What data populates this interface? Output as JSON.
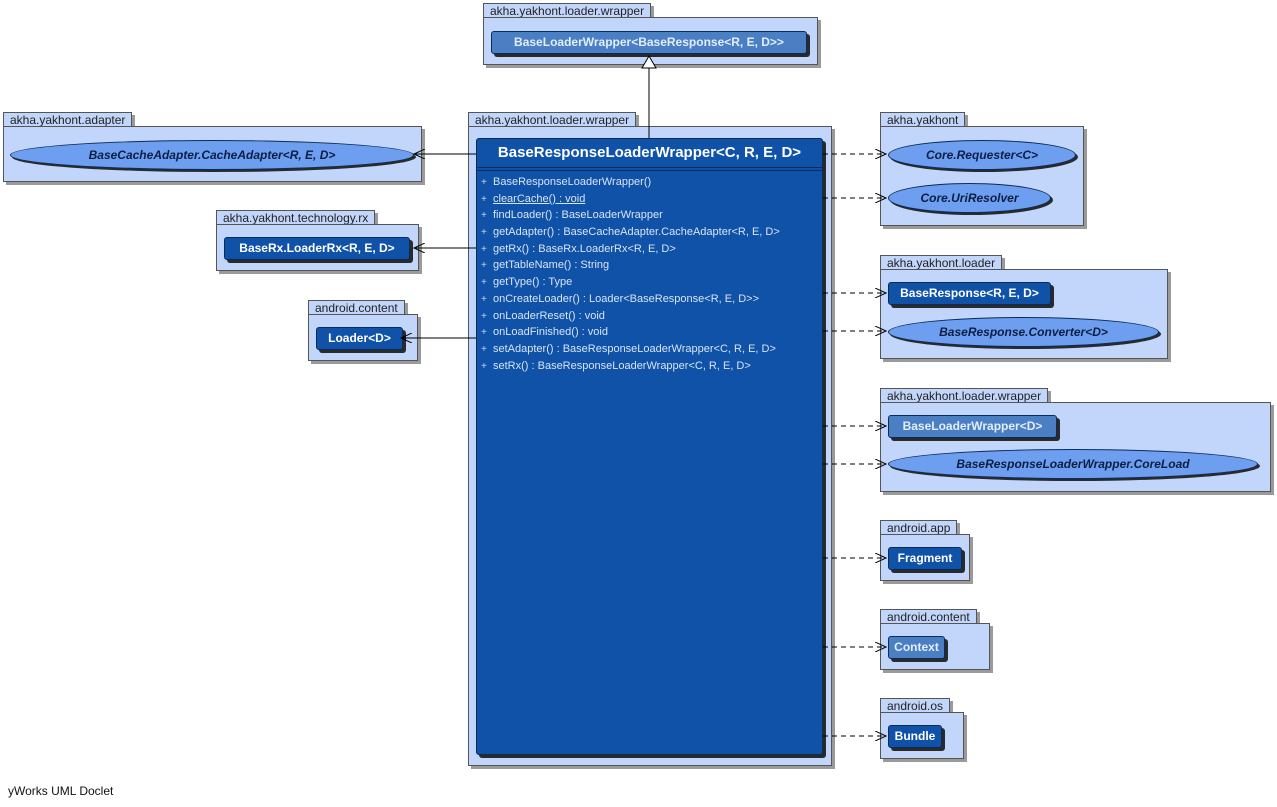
{
  "diagram": {
    "main_class": {
      "package": "akha.yakhont.loader.wrapper",
      "name": "BaseResponseLoaderWrapper<C, R, E, D>",
      "members": [
        {
          "vis": "+",
          "sig": "BaseResponseLoaderWrapper()",
          "static": false
        },
        {
          "vis": "+",
          "sig": "clearCache() : void",
          "static": true
        },
        {
          "vis": "+",
          "sig": "findLoader() : BaseLoaderWrapper",
          "static": false
        },
        {
          "vis": "+",
          "sig": "getAdapter() : BaseCacheAdapter.CacheAdapter<R, E, D>",
          "static": false
        },
        {
          "vis": "+",
          "sig": "getRx() : BaseRx.LoaderRx<R, E, D>",
          "static": false
        },
        {
          "vis": "+",
          "sig": "getTableName() : String",
          "static": false
        },
        {
          "vis": "+",
          "sig": "getType() : Type",
          "static": false
        },
        {
          "vis": "+",
          "sig": "onCreateLoader() : Loader<BaseResponse<R, E, D>>",
          "static": false
        },
        {
          "vis": "+",
          "sig": "onLoaderReset() : void",
          "static": false
        },
        {
          "vis": "+",
          "sig": "onLoadFinished() : void",
          "static": false
        },
        {
          "vis": "+",
          "sig": "setAdapter() : BaseResponseLoaderWrapper<C, R, E, D>",
          "static": false
        },
        {
          "vis": "+",
          "sig": "setRx() : BaseResponseLoaderWrapper<C, R, E, D>",
          "static": false
        }
      ]
    },
    "packages": [
      {
        "id": "pkg-super",
        "name": "akha.yakhont.loader.wrapper",
        "items": [
          {
            "kind": "class-ext",
            "name": "BaseLoaderWrapper<BaseResponse<R, E, D>>"
          }
        ]
      },
      {
        "id": "pkg-adapter",
        "name": "akha.yakhont.adapter",
        "items": [
          {
            "kind": "interface",
            "name": "BaseCacheAdapter.CacheAdapter<R, E, D>"
          }
        ]
      },
      {
        "id": "pkg-rx",
        "name": "akha.yakhont.technology.rx",
        "items": [
          {
            "kind": "class",
            "name": "BaseRx.LoaderRx<R, E, D>"
          }
        ]
      },
      {
        "id": "pkg-android-content-left",
        "name": "android.content",
        "items": [
          {
            "kind": "class",
            "name": "Loader<D>"
          }
        ]
      },
      {
        "id": "pkg-yakhont",
        "name": "akha.yakhont",
        "items": [
          {
            "kind": "interface",
            "name": "Core.Requester<C>"
          },
          {
            "kind": "interface",
            "name": "Core.UriResolver"
          }
        ]
      },
      {
        "id": "pkg-loader",
        "name": "akha.yakhont.loader",
        "items": [
          {
            "kind": "class",
            "name": "BaseResponse<R, E, D>"
          },
          {
            "kind": "interface",
            "name": "BaseResponse.Converter<D>"
          }
        ]
      },
      {
        "id": "pkg-wrapper-right",
        "name": "akha.yakhont.loader.wrapper",
        "items": [
          {
            "kind": "class-ext",
            "name": "BaseLoaderWrapper<D>"
          },
          {
            "kind": "interface",
            "name": "BaseResponseLoaderWrapper.CoreLoad"
          }
        ]
      },
      {
        "id": "pkg-app",
        "name": "android.app",
        "items": [
          {
            "kind": "class",
            "name": "Fragment"
          }
        ]
      },
      {
        "id": "pkg-android-content-right",
        "name": "android.content",
        "items": [
          {
            "kind": "class-ext",
            "name": "Context"
          }
        ]
      },
      {
        "id": "pkg-os",
        "name": "android.os",
        "items": [
          {
            "kind": "class",
            "name": "Bundle"
          }
        ]
      }
    ],
    "colors": {
      "package_fill": "#c2d6fb",
      "class_fill": "#0f52a8",
      "external_class_fill": "#4a7fc4",
      "interface_fill": "#6e9ef0",
      "edge": "#000000"
    }
  },
  "footer": "yWorks UML Doclet"
}
